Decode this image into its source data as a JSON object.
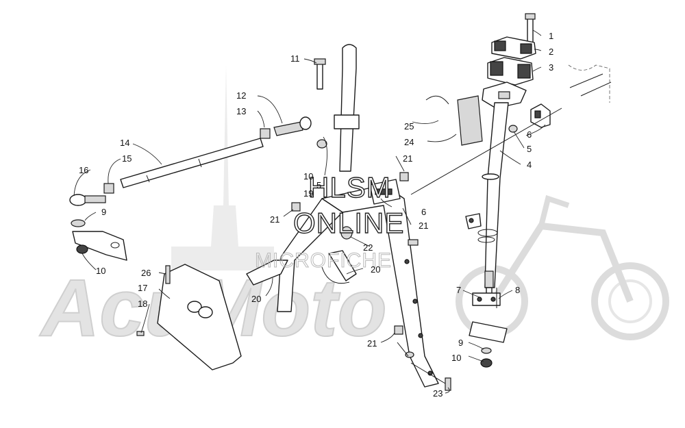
{
  "watermark": {
    "logo_text": "AcuMoto",
    "line1": "HLSM",
    "line2": "ONLINE",
    "line3": "MICROFICHE"
  },
  "callouts": [
    {
      "id": "c1",
      "label": "1"
    },
    {
      "id": "c2",
      "label": "2"
    },
    {
      "id": "c3",
      "label": "3"
    },
    {
      "id": "c4",
      "label": "4"
    },
    {
      "id": "c5a",
      "label": "5"
    },
    {
      "id": "c5b",
      "label": "5"
    },
    {
      "id": "c6a",
      "label": "6"
    },
    {
      "id": "c6b",
      "label": "6"
    },
    {
      "id": "c7",
      "label": "7"
    },
    {
      "id": "c8",
      "label": "8"
    },
    {
      "id": "c9a",
      "label": "9"
    },
    {
      "id": "c9b",
      "label": "9"
    },
    {
      "id": "c10a",
      "label": "10"
    },
    {
      "id": "c10b",
      "label": "10"
    },
    {
      "id": "c10c",
      "label": "10"
    },
    {
      "id": "c11",
      "label": "11"
    },
    {
      "id": "c12",
      "label": "12"
    },
    {
      "id": "c13",
      "label": "13"
    },
    {
      "id": "c14",
      "label": "14"
    },
    {
      "id": "c15",
      "label": "15"
    },
    {
      "id": "c16",
      "label": "16"
    },
    {
      "id": "c17",
      "label": "17"
    },
    {
      "id": "c18",
      "label": "18"
    },
    {
      "id": "c19",
      "label": "19"
    },
    {
      "id": "c20a",
      "label": "20"
    },
    {
      "id": "c20b",
      "label": "20"
    },
    {
      "id": "c21a",
      "label": "21"
    },
    {
      "id": "c21b",
      "label": "21"
    },
    {
      "id": "c21c",
      "label": "21"
    },
    {
      "id": "c21d",
      "label": "21"
    },
    {
      "id": "c22",
      "label": "22"
    },
    {
      "id": "c23",
      "label": "23"
    },
    {
      "id": "c24",
      "label": "24"
    },
    {
      "id": "c25",
      "label": "25"
    },
    {
      "id": "c26",
      "label": "26"
    }
  ]
}
